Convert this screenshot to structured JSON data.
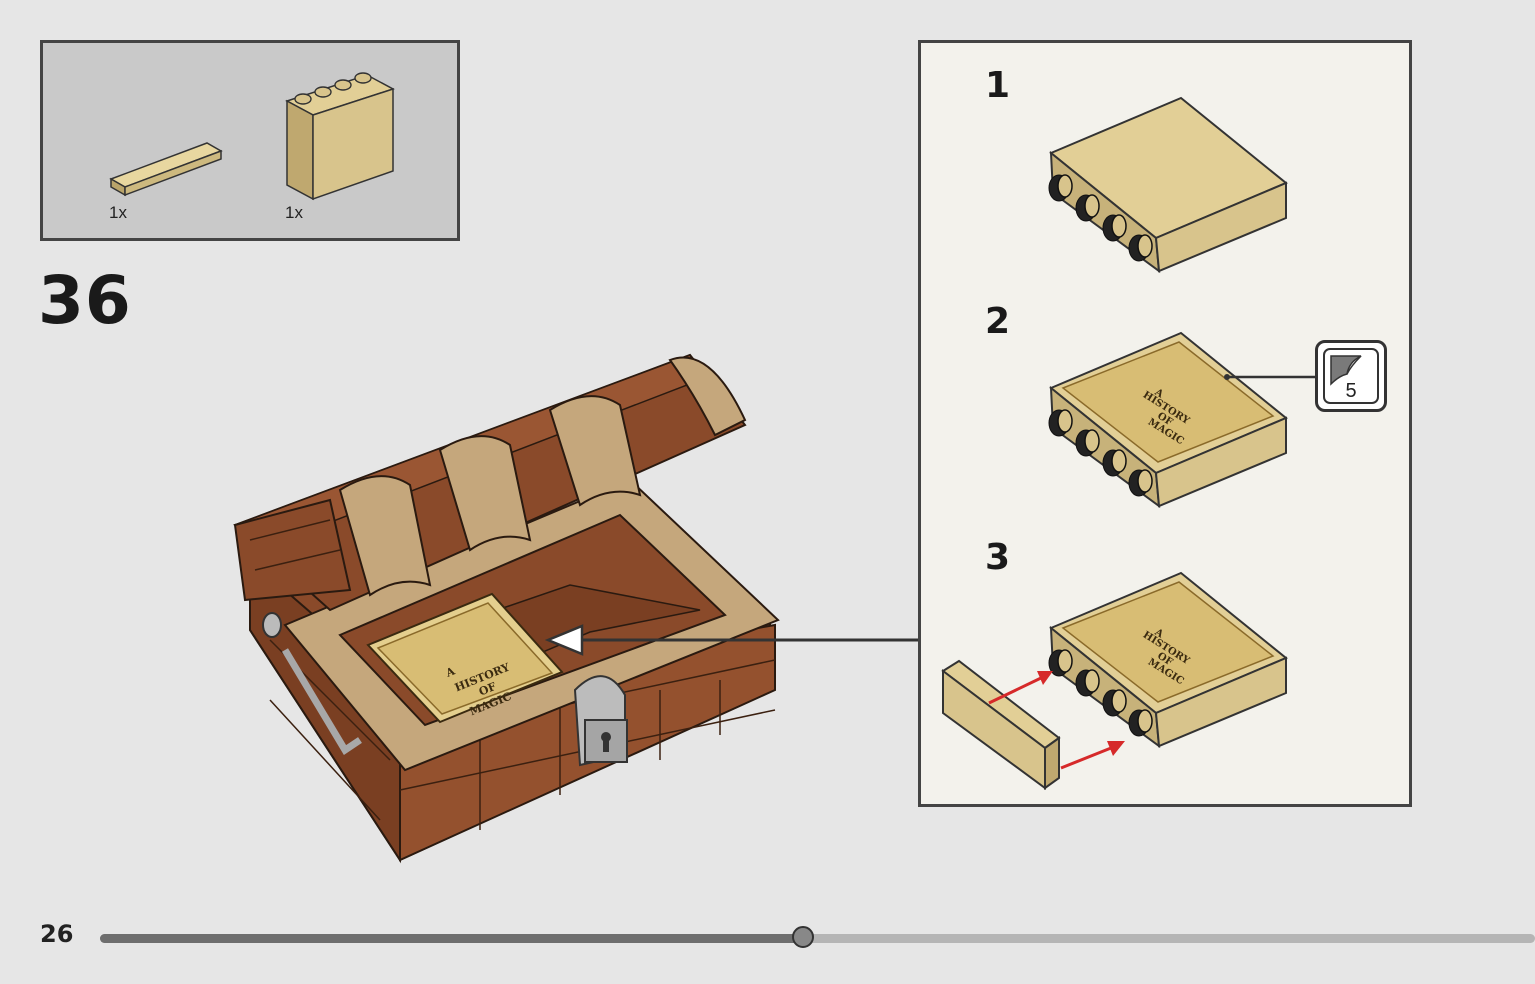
{
  "parts": [
    {
      "name": "tan tile 1x4",
      "qty": "1x"
    },
    {
      "name": "tan brick 1x4x3",
      "qty": "1x"
    }
  ],
  "step_number": "36",
  "substeps": [
    {
      "number": "1"
    },
    {
      "number": "2"
    },
    {
      "number": "3"
    }
  ],
  "book_text": [
    "A",
    "HISTORY",
    "OF",
    "MAGIC"
  ],
  "sticker": {
    "count": "5"
  },
  "page_number": "26",
  "progress": {
    "fraction": 0.49
  },
  "colors": {
    "tan": "#d8c48c",
    "brown": "#8a4a2a",
    "background": "#e6e6e6",
    "panel": "#f3f2ec",
    "arrow_red": "#d62a2a"
  }
}
